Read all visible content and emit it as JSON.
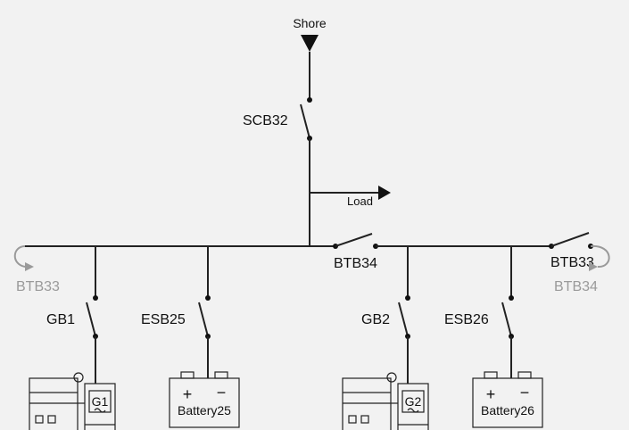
{
  "shore": {
    "label": "Shore"
  },
  "load": {
    "label": "Load"
  },
  "breakers": {
    "scb32": "SCB32",
    "btb34": "BTB34",
    "btb33": "BTB33",
    "gb1": "GB1",
    "esb25": "ESB25",
    "gb2": "GB2",
    "esb26": "ESB26"
  },
  "links": {
    "left_arrow_label": "BTB33",
    "right_arrow_label": "BTB34"
  },
  "generators": {
    "g1": "G1",
    "g2": "G2"
  },
  "batteries": {
    "b25": "Battery25",
    "b26": "Battery26",
    "plus": "+",
    "minus": "−"
  },
  "colors": {
    "background": "#f2f2f2",
    "line": "#222222",
    "link_grey": "#9a9a9a"
  }
}
